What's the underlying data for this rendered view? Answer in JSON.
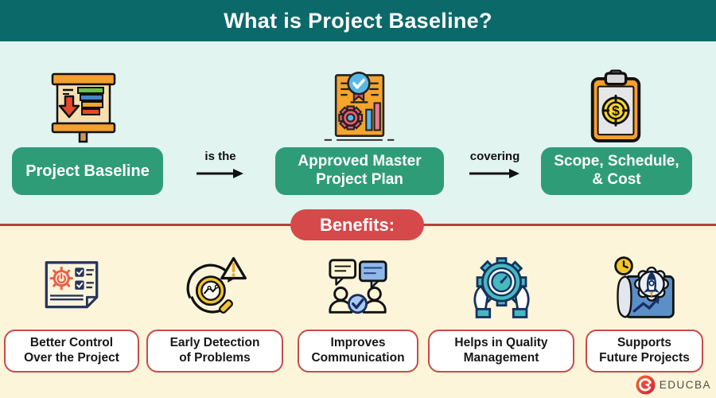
{
  "header": {
    "title": "What is Project Baseline?"
  },
  "flow": {
    "nodes": [
      {
        "label": "Project Baseline",
        "icon": "presentation-board-icon"
      },
      {
        "label": "Approved Master\nProject Plan",
        "icon": "certified-plan-icon"
      },
      {
        "label": "Scope, Schedule,\n& Cost",
        "icon": "budget-clipboard-icon"
      }
    ],
    "connectors": [
      {
        "label": "is the"
      },
      {
        "label": "covering"
      }
    ]
  },
  "benefits": {
    "title": "Benefits:",
    "items": [
      {
        "label": "Better Control\nOver the Project",
        "icon": "control-document-icon"
      },
      {
        "label": "Early Detection\nof Problems",
        "icon": "detection-magnifier-icon"
      },
      {
        "label": "Improves\nCommunication",
        "icon": "communication-icon"
      },
      {
        "label": "Helps in Quality\nManagement",
        "icon": "quality-gear-hands-icon"
      },
      {
        "label": "Supports\nFuture Projects",
        "icon": "future-projects-icon"
      }
    ]
  },
  "branding": {
    "logo_text": "EDUCBA"
  },
  "colors": {
    "header_bg": "#0c6969",
    "definition_bg": "#e1f4f0",
    "benefits_bg": "#fcf5d9",
    "node_green": "#2f9c78",
    "benefits_red": "#d6494b",
    "box_border_red": "#c94a4a",
    "divider_red": "#b5423a"
  }
}
